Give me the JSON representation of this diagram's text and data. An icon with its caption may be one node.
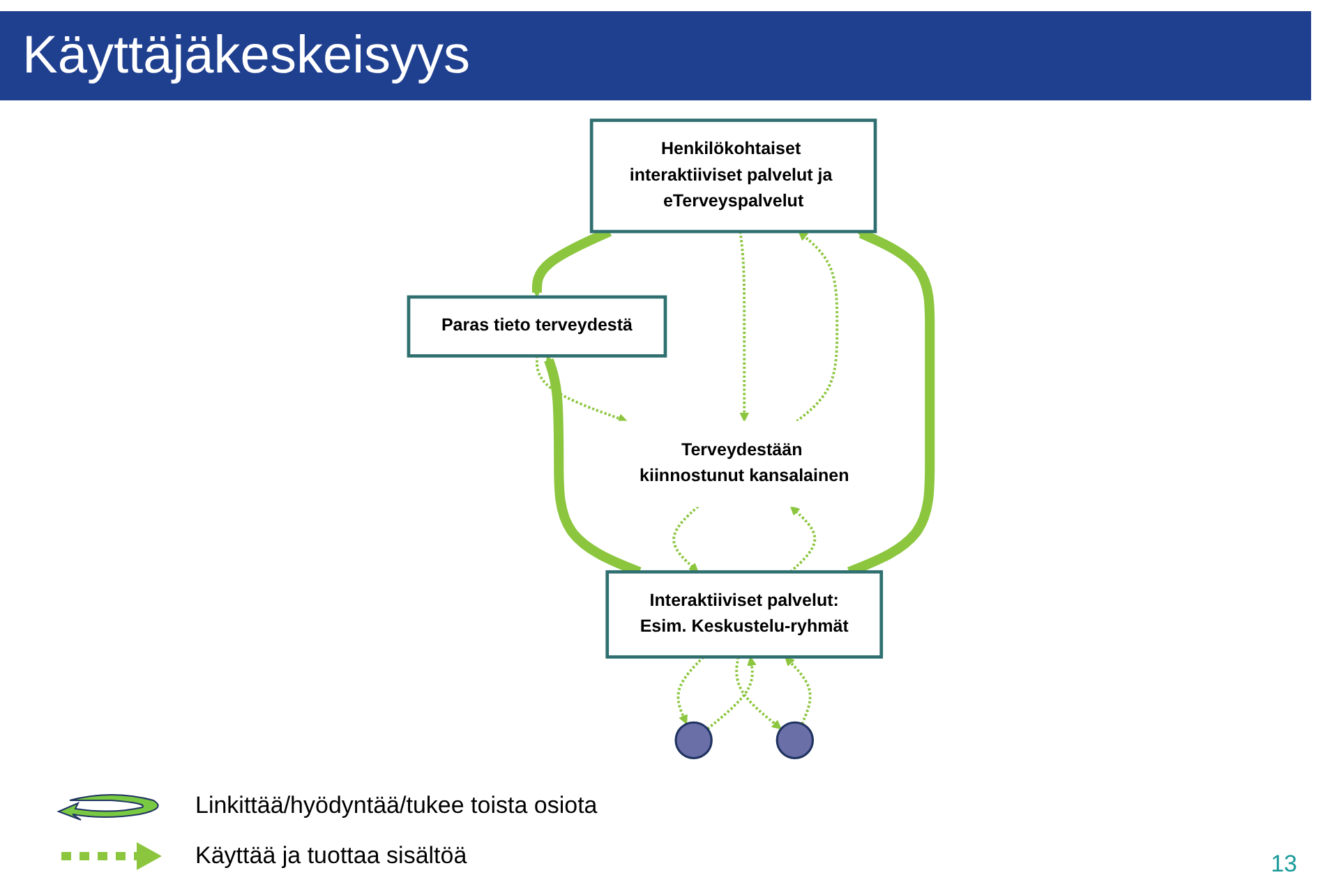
{
  "diagram": {
    "title": "Käyttäjäkeskeisyys",
    "nodes": [
      {
        "text": [
          "Henkilökohtaiset interaktiiviset palvelut ja eTerveyspalvelut"
        ]
      },
      {
        "text": [
          "Paras tieto terveydestä"
        ]
      },
      {
        "text": [
          "Terveydestään kiinnostunut kansalainen"
        ]
      },
      {
        "text": [
          "Interaktiiviset palvelut:",
          "Esim. Keskustelu-ryhmät"
        ]
      },
      {
        "text": [],
        "shape": "person"
      },
      {
        "text": [],
        "shape": "person"
      }
    ],
    "edges": [
      {
        "from": 0,
        "to": 1,
        "arrow": "to",
        "style": "thick"
      },
      {
        "from": 3,
        "to": 0,
        "arrow": "to",
        "style": "thick"
      },
      {
        "from": 3,
        "to": 1,
        "arrow": "to",
        "style": "thick"
      },
      {
        "from": 0,
        "to": 2,
        "arrow": "to",
        "style": "dashed"
      },
      {
        "from": 2,
        "to": 0,
        "arrow": "to",
        "style": "dashed"
      },
      {
        "from": 1,
        "to": 2,
        "arrow": "to",
        "style": "dashed"
      },
      {
        "from": 2,
        "to": 3,
        "arrow": "to",
        "style": "dashed"
      },
      {
        "from": 3,
        "to": 2,
        "arrow": "to",
        "style": "dashed"
      },
      {
        "from": 3,
        "to": 4,
        "arrow": "to",
        "style": "dashed"
      },
      {
        "from": 4,
        "to": 3,
        "arrow": "to",
        "style": "dashed"
      },
      {
        "from": 3,
        "to": 5,
        "arrow": "to",
        "style": "dashed"
      },
      {
        "from": 5,
        "to": 3,
        "arrow": "to",
        "style": "dashed"
      }
    ],
    "labels": [
      "13"
    ],
    "legend": [
      {
        "text": "Linkittää/hyödyntää/tukee toista osiota"
      },
      {
        "text": "Käyttää ja tuottaa sisältöä"
      }
    ]
  }
}
